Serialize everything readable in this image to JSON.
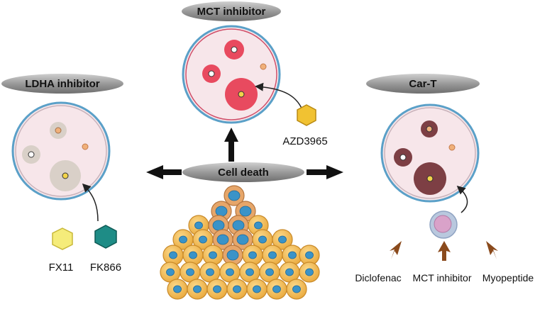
{
  "center_label": "Cell death",
  "panels": {
    "mct": {
      "title": "MCT inhibitor",
      "drug": "AZD3965"
    },
    "ldha": {
      "title": "LDHA inhibitor",
      "drugs": [
        "FX11",
        "FK866"
      ]
    },
    "cart": {
      "title": "Car-T",
      "factors": [
        "Diclofenac",
        "MCT inhibitor",
        "Myopeptide"
      ]
    }
  },
  "colors": {
    "mct_vesicle": "#e84a5f",
    "ldha_vesicle": "#d9d0c8",
    "cart_vesicle": "#7d3f44",
    "dish_fill": "#f7e6ea",
    "dish_rim": "#5aa0c8",
    "fx11": "#f5ec7a",
    "fk866": "#1e8c86",
    "azd3965": "#f1c232",
    "tumor_cell": "#f2b64d",
    "tumor_nucleus": "#3a93c8",
    "arrow_brown": "#8a4a1c"
  }
}
